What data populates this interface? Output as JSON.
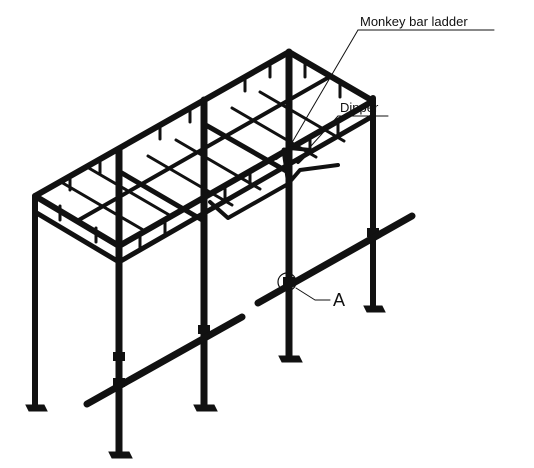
{
  "labels": {
    "monkey_bar_ladder": "Monkey bar ladder",
    "dipper": "Dipper",
    "detail_a": "A"
  },
  "colors": {
    "line": "#111111",
    "background": "#ffffff"
  }
}
